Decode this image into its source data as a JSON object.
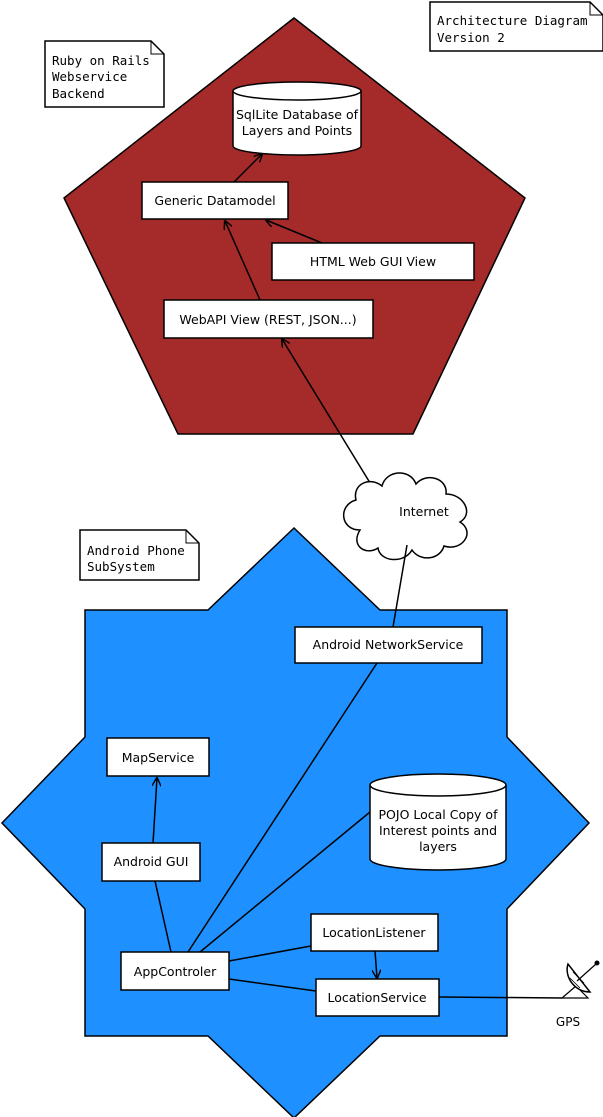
{
  "notes": {
    "architecture_line1": "Architecture Diagram",
    "architecture_line2": "Version 2",
    "backend_line1": "Ruby on Rails",
    "backend_line2": "Webservice",
    "backend_line3": "Backend",
    "android_line1": "Android Phone",
    "android_line2": "SubSystem"
  },
  "colors": {
    "backend_fill": "#a52a2a",
    "android_fill": "#1e90ff",
    "box_fill": "#ffffff",
    "stroke": "#000000"
  },
  "backend": {
    "database_line1": "SqlLite Database of",
    "database_line2": "Layers and Points",
    "datamodel": "Generic Datamodel",
    "html_gui": "HTML Web GUI View",
    "webapi": "WebAPI View (REST, JSON...)"
  },
  "cloud": {
    "label": "Internet"
  },
  "android": {
    "network_service": "Android NetworkService",
    "map_service": "MapService",
    "android_gui": "Android GUI",
    "local_copy_line1": "POJO Local Copy of",
    "local_copy_line2": "Interest points and",
    "local_copy_line3": "layers",
    "location_listener": "LocationListener",
    "app_controller": "AppControler",
    "location_service": "LocationService"
  },
  "gps": {
    "label": "GPS",
    "icon": "satellite-dish-icon"
  }
}
